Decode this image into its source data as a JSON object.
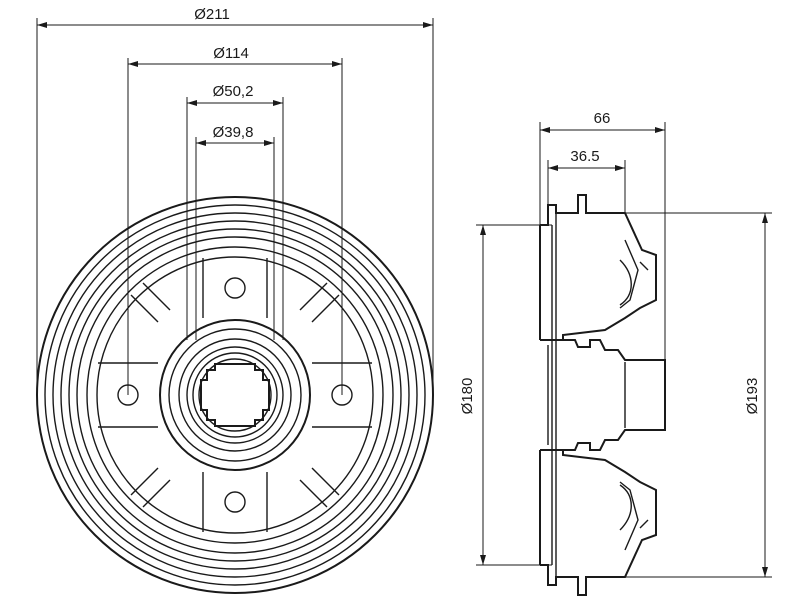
{
  "front_view": {
    "drum_outer_diameter": "Ø211",
    "bolt_circle_diameter": "Ø114",
    "hub_diameter": "Ø50,2",
    "center_bore_diameter": "Ø39,8"
  },
  "side_view": {
    "overall_width": "66",
    "offset_depth": "36.5",
    "braking_surface_diameter": "Ø180",
    "outer_diameter": "Ø193"
  },
  "colors": {
    "line": "#1a1a1a",
    "background": "#ffffff"
  }
}
